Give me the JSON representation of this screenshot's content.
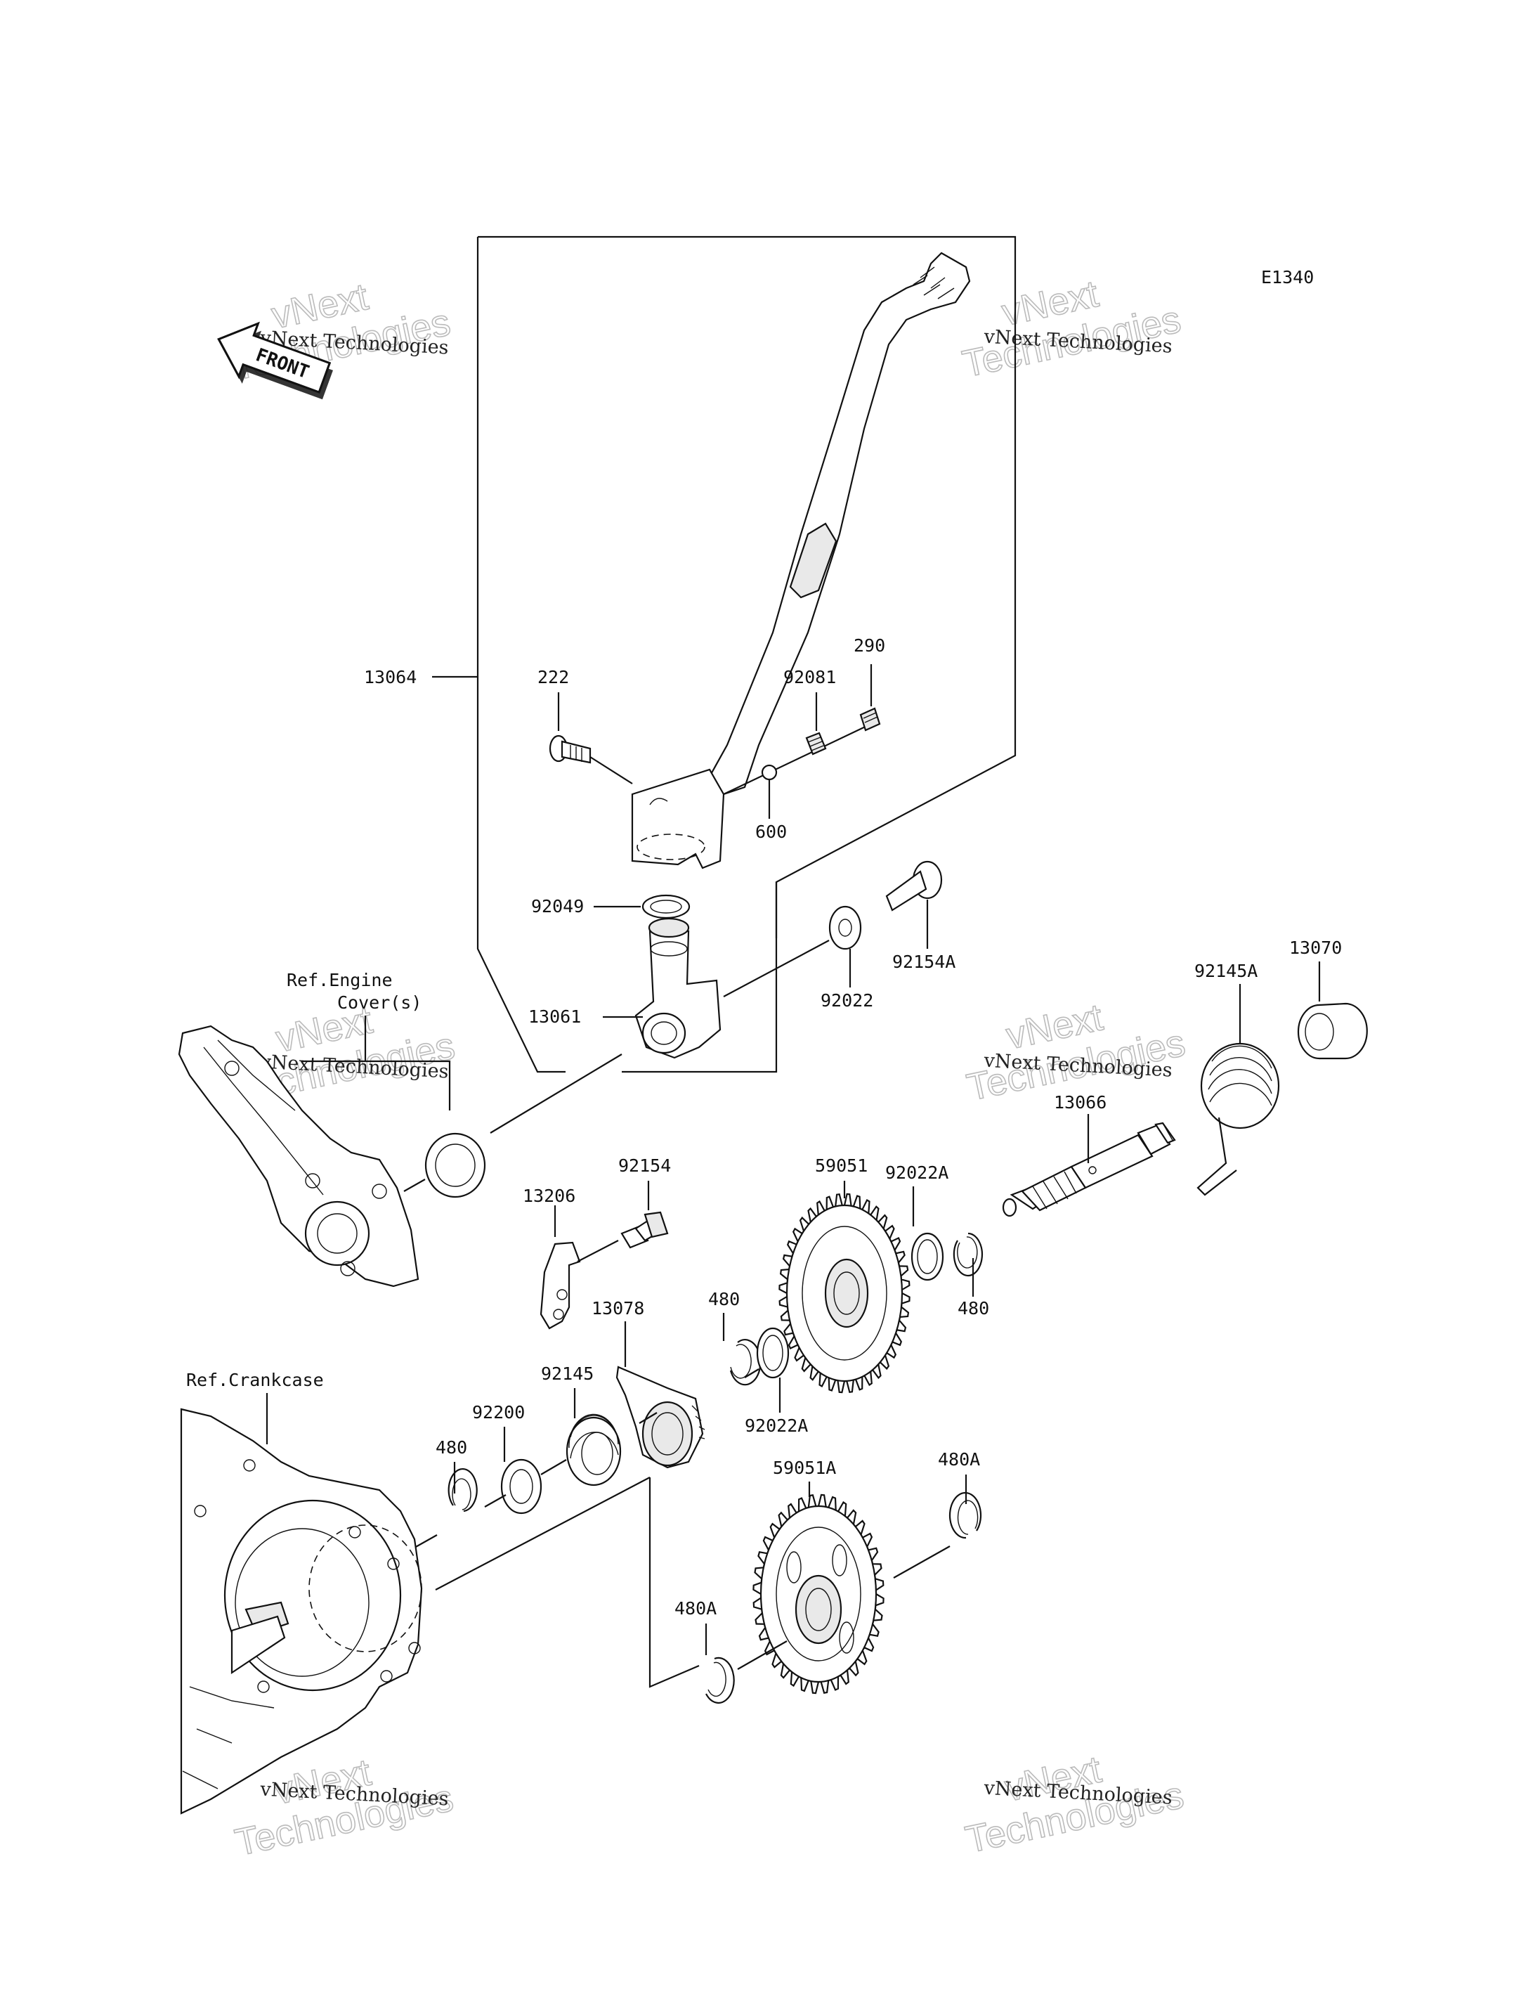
{
  "diagram_code": "E1340",
  "front_label": "FRONT",
  "watermark": {
    "text": "vNext Technologies",
    "big_word_1": "vNext",
    "big_word_2": "Technologies"
  },
  "refs": {
    "engine_cover_line1": "Ref.Engine",
    "engine_cover_line2": "Cover(s)",
    "crankcase": "Ref.Crankcase"
  },
  "parts": {
    "p13064": "13064",
    "p222": "222",
    "p92081": "92081",
    "p290": "290",
    "p600": "600",
    "p92049": "92049",
    "p92154A": "92154A",
    "p13061": "13061",
    "p92022": "92022",
    "p92145A": "92145A",
    "p13070": "13070",
    "p13066": "13066",
    "p13206": "13206",
    "p92154": "92154",
    "p59051": "59051",
    "p92022A_top": "92022A",
    "p480_right": "480",
    "p480_mid": "480",
    "p13078": "13078",
    "p92022A_low": "92022A",
    "p92145": "92145",
    "p92200": "92200",
    "p480_left": "480",
    "p59051A": "59051A",
    "p480A_right": "480A",
    "p480A_left": "480A"
  }
}
